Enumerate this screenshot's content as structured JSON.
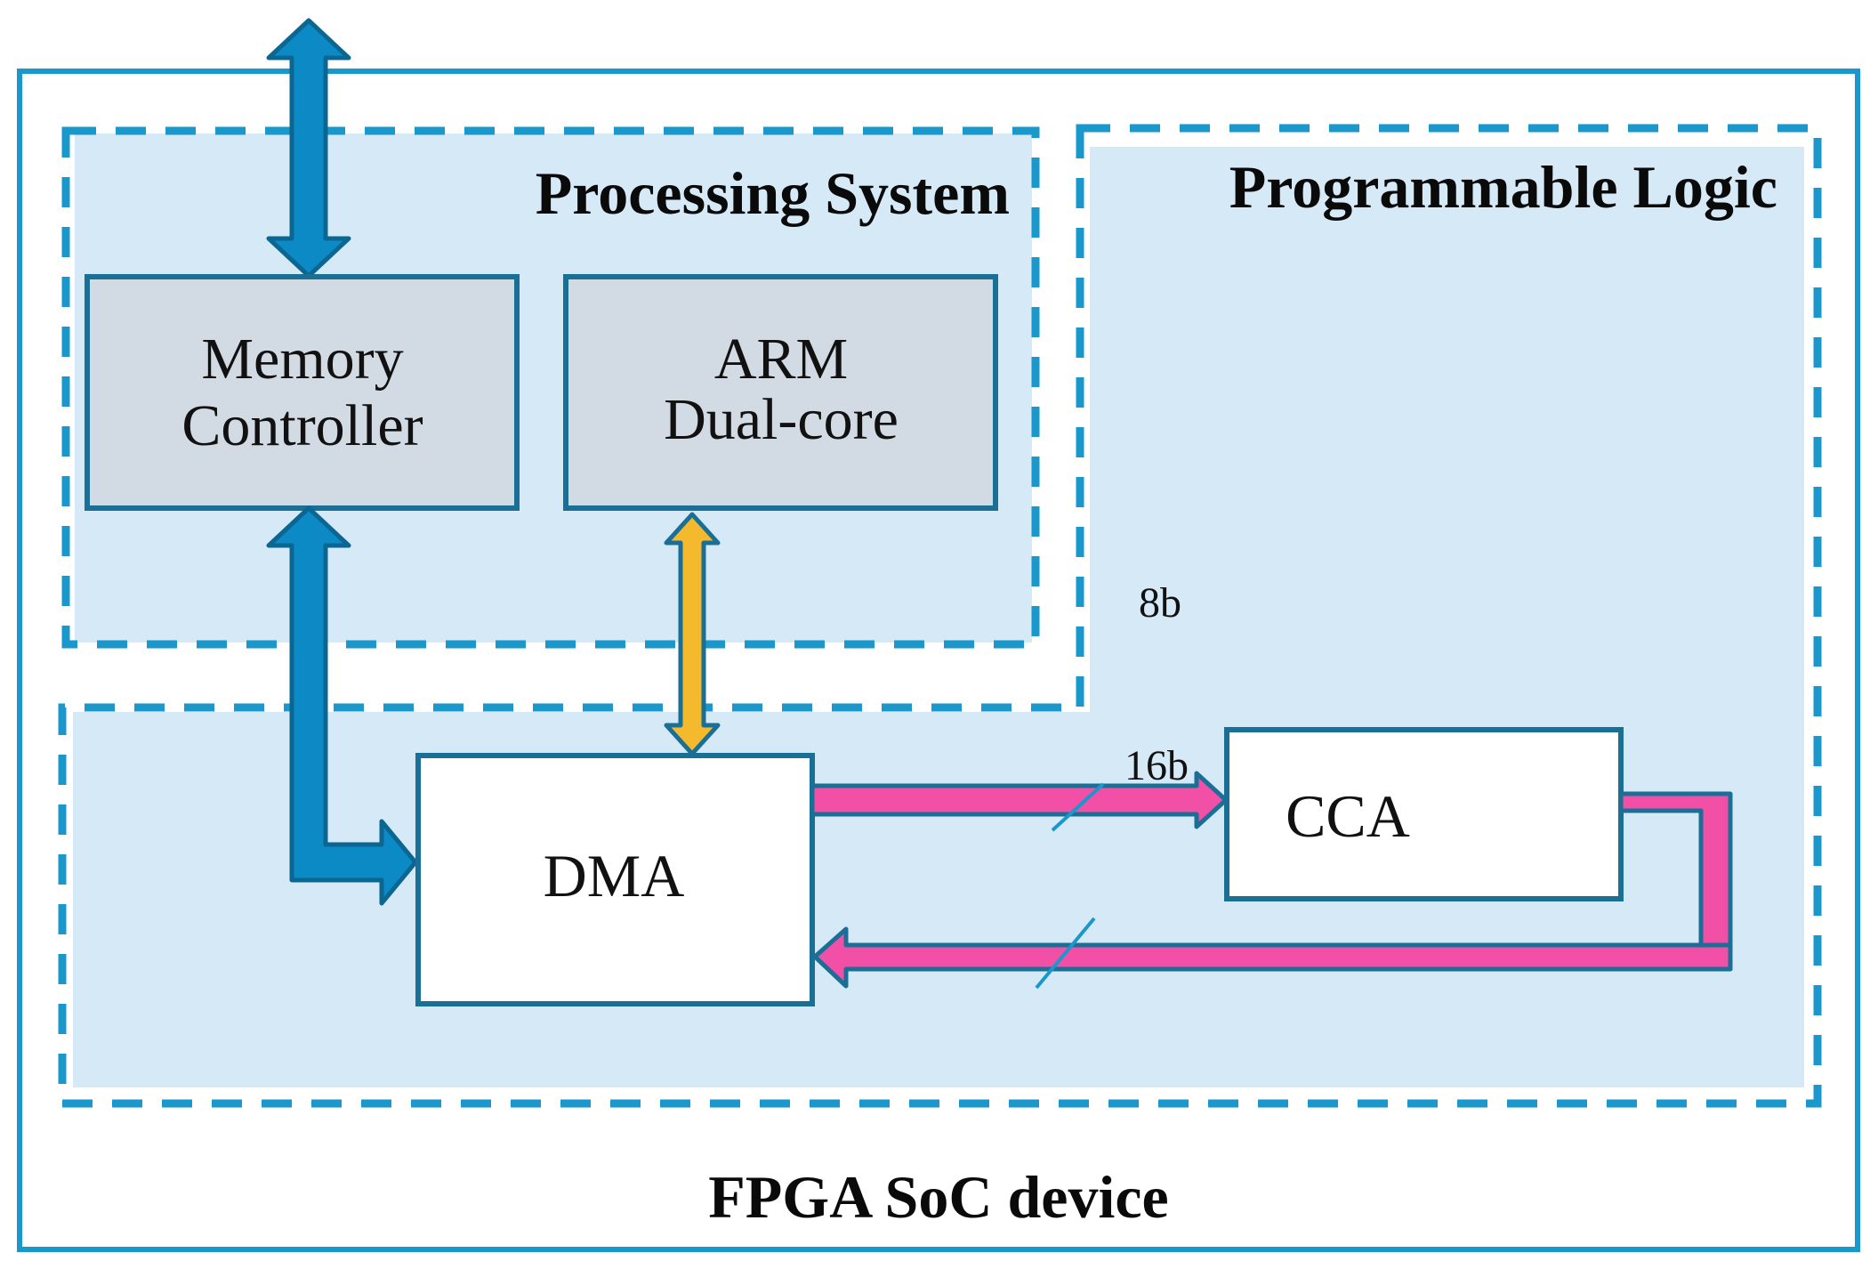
{
  "outer_device": {
    "label": "FPGA SoC device"
  },
  "processing_system": {
    "label": "Processing System"
  },
  "programmable_logic": {
    "label": "Programmable Logic"
  },
  "blocks": {
    "memory_controller": {
      "line1": "Memory",
      "line2": "Controller"
    },
    "arm": {
      "line1": "ARM",
      "line2": "Dual-core"
    },
    "dma": {
      "label": "DMA"
    },
    "cca": {
      "label": "CCA"
    }
  },
  "bus_widths": {
    "top": "16b",
    "bottom": "8b"
  },
  "colors": {
    "frame_blue": "#1a98cc",
    "region_fill": "#d6e9f6",
    "block_gray": "#d2dae4",
    "block_border": "#1a6f96",
    "bus_blue": "#0c8ac6",
    "bus_blue_dark": "#0b6691",
    "bus_yellow": "#f5b92e",
    "bus_pink": "#f24fa7"
  },
  "icons": {
    "external_bus": "double-arrow-icon",
    "memory_bus": "elbow-arrow-icon",
    "arm_bus": "double-arrow-icon",
    "dma_to_cca": "arrow-right-icon",
    "cca_to_dma": "arrow-left-icon"
  }
}
